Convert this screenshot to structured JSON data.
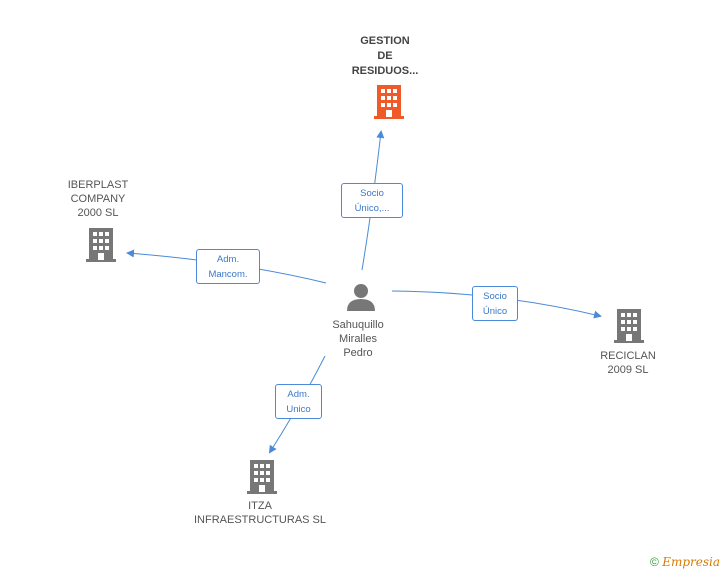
{
  "center": {
    "name": "Sahuquillo\nMiralles\nPedro",
    "icon": "person-icon"
  },
  "companies": {
    "gestion": {
      "name": "GESTION\nDE\nRESIDUOS...",
      "color": "#f05a28",
      "icon": "building-icon"
    },
    "iberplast": {
      "name": "IBERPLAST\nCOMPANY\n2000  SL",
      "color": "#777777",
      "icon": "building-icon"
    },
    "reciclan": {
      "name": "RECICLAN\n2009 SL",
      "color": "#777777",
      "icon": "building-icon"
    },
    "itza": {
      "name": "ITZA\nINFRAESTRUCTURAS SL",
      "color": "#777777",
      "icon": "building-icon"
    }
  },
  "relations": {
    "gestion": {
      "line1": "Socio",
      "line2": "Único,..."
    },
    "iberplast": {
      "line1": "Adm.",
      "line2": "Mancom."
    },
    "reciclan": {
      "line1": "Socio",
      "line2": "Único"
    },
    "itza": {
      "line1": "Adm.",
      "line2": "Unico"
    }
  },
  "colors": {
    "link": "#4a8ad8",
    "accent": "#f05a28",
    "building": "#777777",
    "person": "#777777"
  },
  "footer": {
    "copyright": "©",
    "brand": "Empresia"
  }
}
